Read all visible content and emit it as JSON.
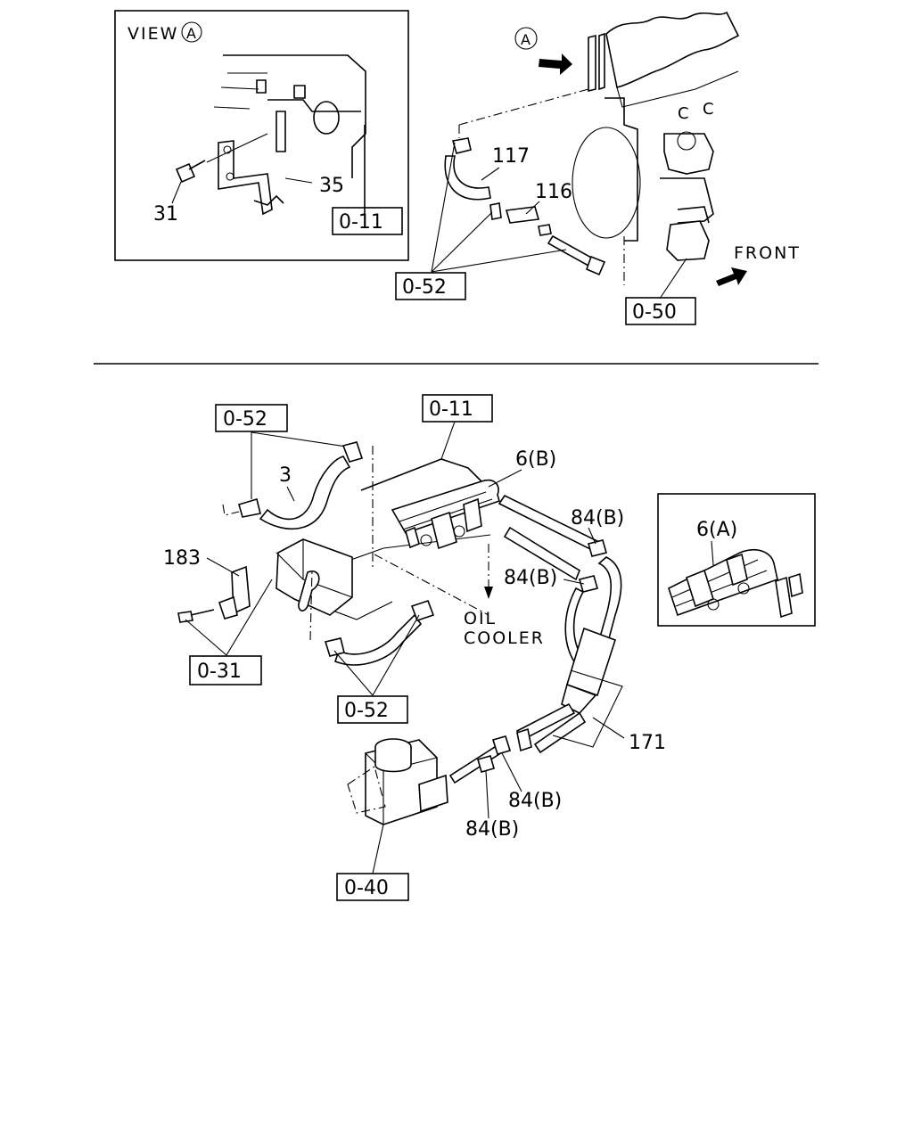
{
  "view_box": {
    "title": "VIEW",
    "marker": "A"
  },
  "top": {
    "view_marker": "A",
    "front_label": "FRONT",
    "labels": {
      "p31": "31",
      "p35": "35",
      "p117": "117",
      "p116": "116"
    },
    "refs": {
      "r011": "0-11",
      "r052": "0-52",
      "r050": "0-50"
    }
  },
  "bottom": {
    "labels": {
      "p3": "3",
      "p6b": "6(B)",
      "p84b_1": "84(B)",
      "p84b_2": "84(B)",
      "p183": "183",
      "p171": "171",
      "p84b_3": "84(B)",
      "p84b_4": "84(B)",
      "oil": "OIL",
      "cooler": "COOLER"
    },
    "refs": {
      "r052_top": "0-52",
      "r011": "0-11",
      "r031": "0-31",
      "r052_bottom": "0-52",
      "r040": "0-40"
    }
  },
  "inset": {
    "label": "6(A)"
  }
}
